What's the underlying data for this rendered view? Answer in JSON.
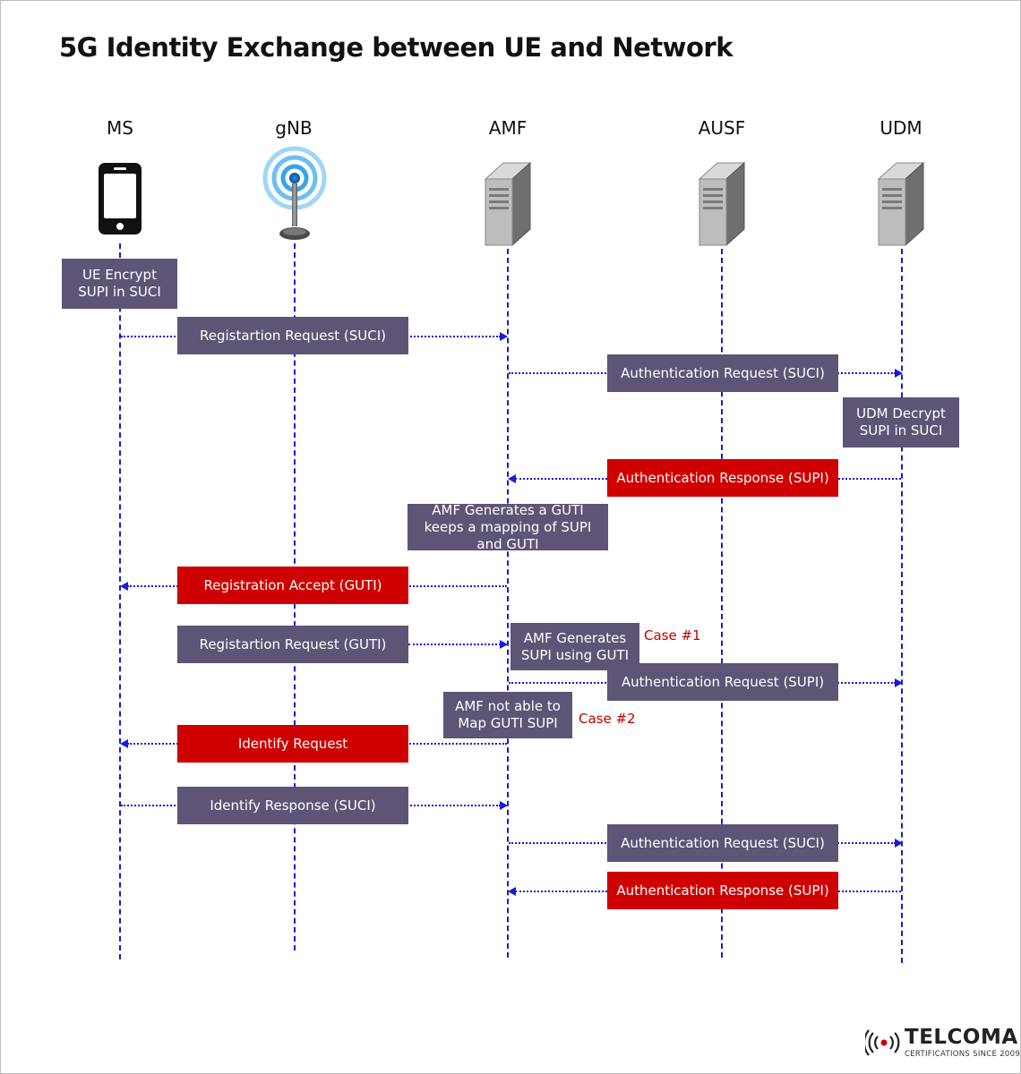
{
  "title": "5G Identity Exchange between UE and Network",
  "entities": [
    "MS",
    "gNB",
    "AMF",
    "AUSF",
    "UDM"
  ],
  "icons": {
    "ms": "mobile-phone-icon",
    "gnb": "antenna-icon",
    "amf": "server-icon",
    "ausf": "server-icon",
    "udm": "server-icon"
  },
  "colors": {
    "lifeline": "#1a1ad8",
    "purple": "#5e5475",
    "red": "#cf0000",
    "case": "#c00000"
  },
  "notes": {
    "ue_encrypt": "UE Encrypt SUPI in SUCI",
    "udm_decrypt": "UDM Decrypt SUPI in SUCI",
    "amf_guti": "AMF Generates a GUTI keeps a mapping of SUPI and GUTI",
    "amf_supi": "AMF Generates SUPI using GUTI",
    "amf_not_map": "AMF not able to Map GUTI SUPI"
  },
  "cases": {
    "case1": "Case #1",
    "case2": "Case #2"
  },
  "messages": [
    {
      "label": "Registartion Request (SUCI)",
      "from": "MS",
      "to": "AMF"
    },
    {
      "label": "Authentication Request (SUCI)",
      "from": "AMF",
      "to": "UDM"
    },
    {
      "label": "Authentication Response (SUPI)",
      "from": "UDM",
      "to": "AMF"
    },
    {
      "label": "Registration Accept (GUTI)",
      "from": "AMF",
      "to": "MS"
    },
    {
      "label": "Registartion Request (GUTI)",
      "from": "MS",
      "to": "AMF"
    },
    {
      "label": "Authentication Request (SUPI)",
      "from": "AMF",
      "to": "UDM"
    },
    {
      "label": "Identify Request",
      "from": "AMF",
      "to": "MS"
    },
    {
      "label": "Identify Response (SUCI)",
      "from": "MS",
      "to": "AMF"
    },
    {
      "label": "Authentication Request (SUCI)",
      "from": "AMF",
      "to": "UDM"
    },
    {
      "label": "Authentication Response (SUPI)",
      "from": "UDM",
      "to": "AMF"
    }
  ],
  "logo": {
    "name": "TELCOMA",
    "tagline": "CERTIFICATIONS SINCE 2009"
  }
}
